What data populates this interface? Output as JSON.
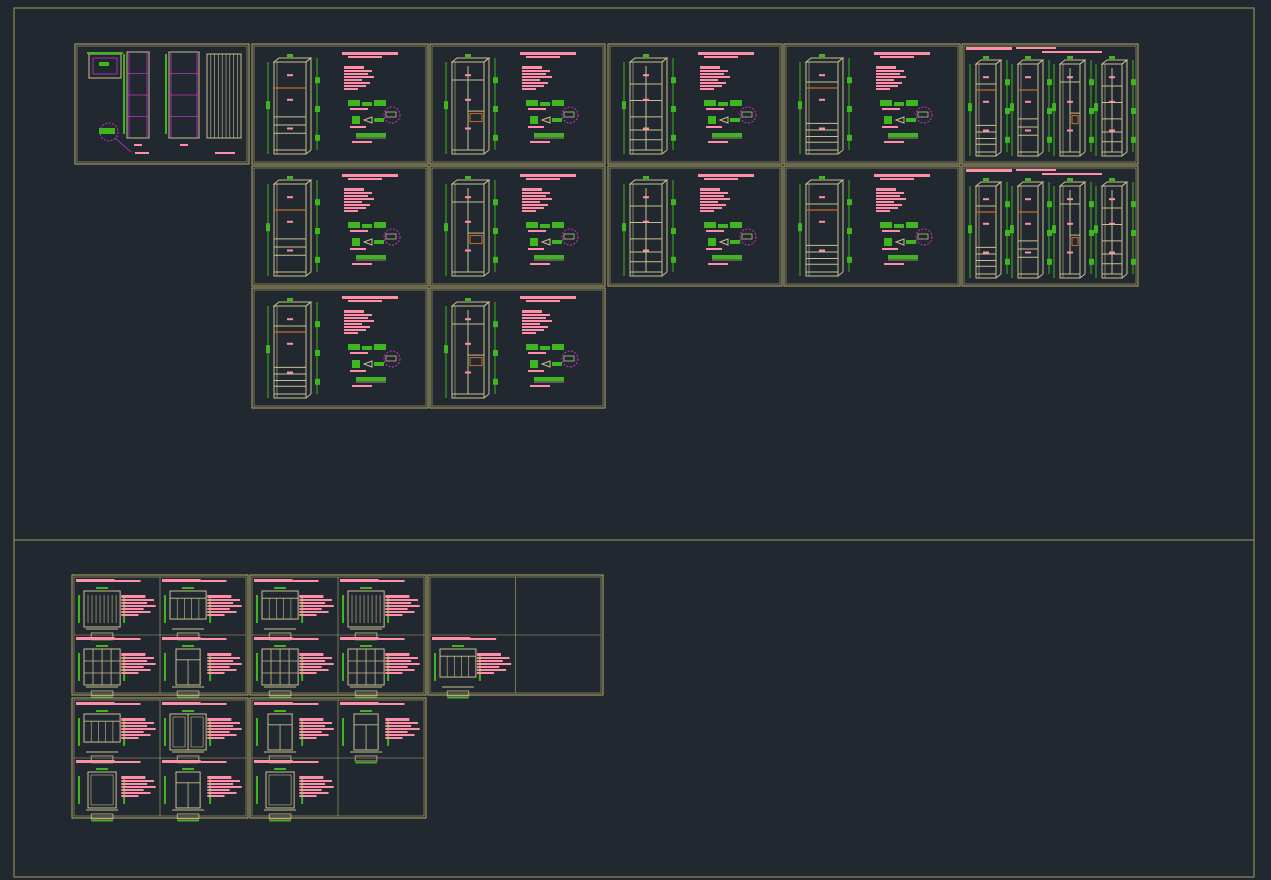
{
  "window": {
    "title": ""
  },
  "colors": {
    "background": "#212830",
    "frame": "#a5985c",
    "sheet_border": "#b8ab6a",
    "furniture_line": "#c9bf8e",
    "dimension": "#3fb51f",
    "annotation": "#ff8fa8",
    "detail_circle": "#c733c7",
    "wood_accent": "#c86a28"
  },
  "layout_regions": [
    {
      "name": "upper-model-space-area",
      "contents": "wardrobe-elevation-sheets"
    },
    {
      "name": "lower-model-space-area",
      "contents": "cabinet-detail-sheets"
    }
  ],
  "sheets": {
    "top": [
      {
        "id": "T0",
        "kind": "overview"
      },
      {
        "id": "T1",
        "kind": "wardrobe",
        "pattern": "shelves-drawers"
      },
      {
        "id": "T2",
        "kind": "wardrobe",
        "pattern": "split-doors"
      },
      {
        "id": "T3",
        "kind": "wardrobe",
        "pattern": "grid-doors"
      },
      {
        "id": "T4",
        "kind": "wardrobe",
        "pattern": "drawers-bottom"
      },
      {
        "id": "T5",
        "kind": "multi-elevation"
      },
      {
        "id": "T6",
        "kind": "wardrobe",
        "pattern": "shelves-drawers"
      },
      {
        "id": "T7",
        "kind": "wardrobe",
        "pattern": "split-doors"
      },
      {
        "id": "T8",
        "kind": "wardrobe",
        "pattern": "grid-doors"
      },
      {
        "id": "T9",
        "kind": "wardrobe",
        "pattern": "drawers-bottom"
      },
      {
        "id": "T10",
        "kind": "multi-elevation"
      },
      {
        "id": "T11",
        "kind": "wardrobe",
        "pattern": "drawers-bottom"
      },
      {
        "id": "T12",
        "kind": "wardrobe",
        "pattern": "split-doors"
      }
    ],
    "bottom": [
      {
        "id": "B0",
        "cells": [
          "slats",
          "table",
          "grid",
          "small"
        ]
      },
      {
        "id": "B1",
        "cells": [
          "table",
          "slats",
          "grid",
          "grid"
        ]
      },
      {
        "id": "B2",
        "cells": [
          "empty",
          "empty",
          "table",
          "empty"
        ]
      },
      {
        "id": "B3",
        "cells": [
          "table",
          "door-pair",
          "box",
          "small"
        ]
      },
      {
        "id": "B4",
        "cells": [
          "small",
          "small",
          "box",
          "empty"
        ]
      }
    ]
  }
}
